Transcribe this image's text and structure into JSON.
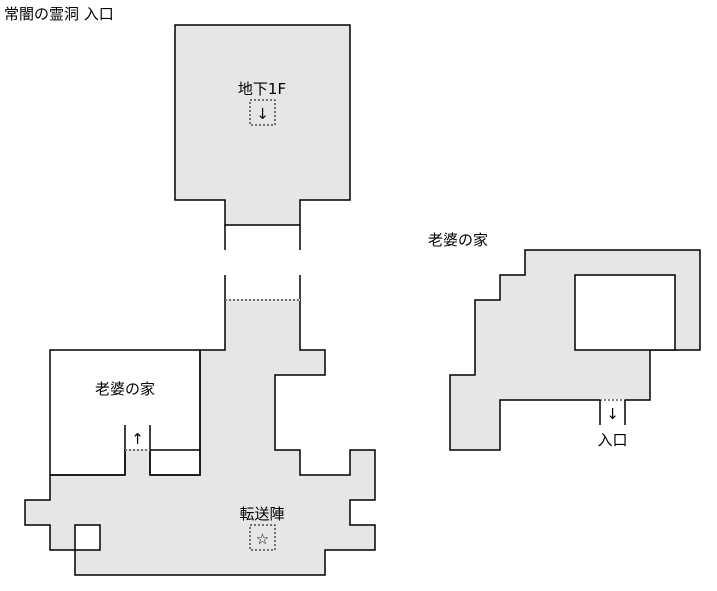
{
  "title": "常闇の霊洞 入口",
  "labels": {
    "stairs_down": "地下1F",
    "house_left": "老婆の家",
    "teleport": "転送陣",
    "house_right": "老婆の家",
    "entrance": "入口"
  },
  "icons": {
    "arrow_down": "↓",
    "arrow_up": "↑",
    "arrow_down_entrance": "↓",
    "star": "☆"
  },
  "colors": {
    "floor": "#e6e6e6",
    "teleport": "#8fd3f3"
  }
}
